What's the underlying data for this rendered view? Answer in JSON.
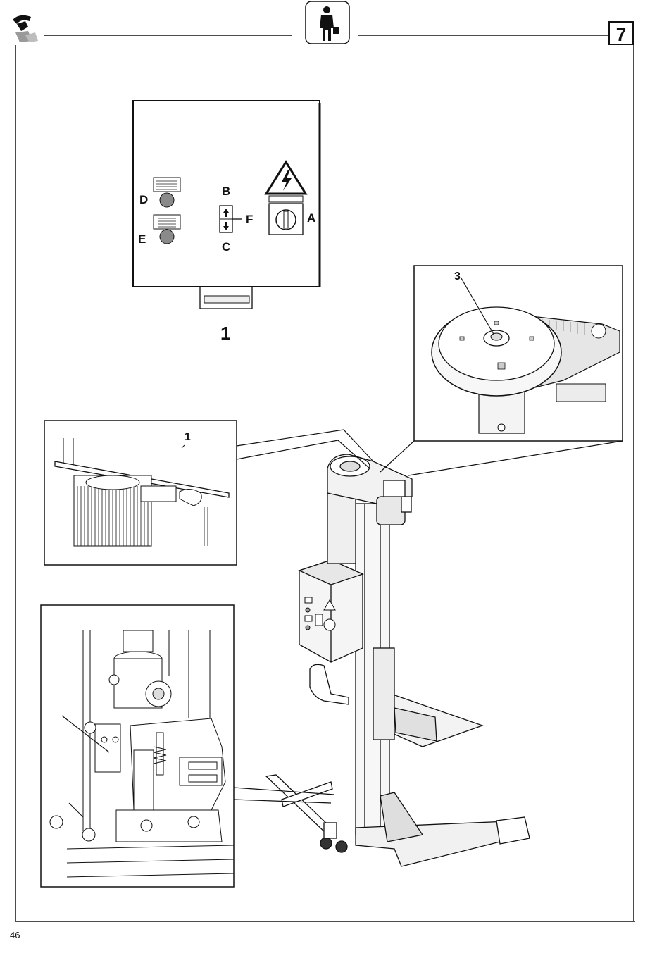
{
  "header": {
    "chapter_number": "7",
    "logo_icon": "brand-logo-icon",
    "section_icon": "operator-person-icon"
  },
  "figure": {
    "panel_label": "1",
    "detail_label_1": "1",
    "detail_label_3": "3",
    "controls": {
      "label_a": "A",
      "label_b": "B",
      "label_c": "C",
      "label_d": "D",
      "label_e": "E",
      "label_f": "F"
    },
    "hazard_icon": "high-voltage-warning-icon"
  },
  "footer": {
    "page_number": "46"
  }
}
